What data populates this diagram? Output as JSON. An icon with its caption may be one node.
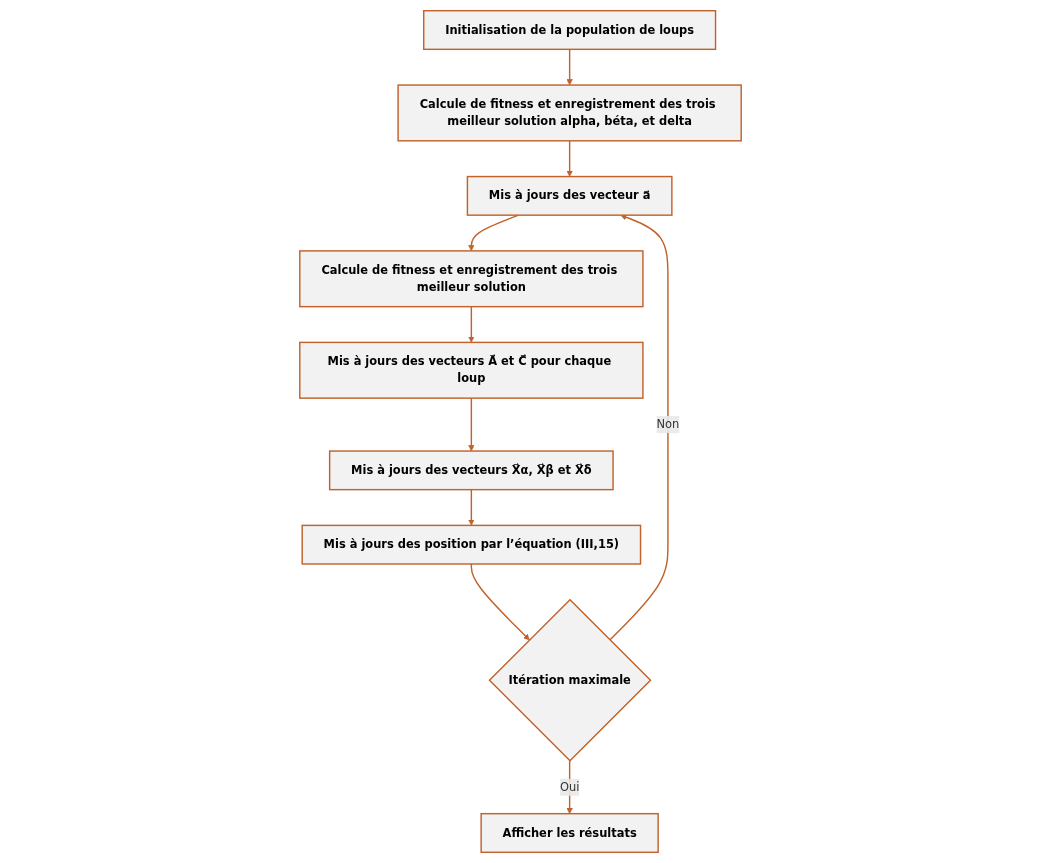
{
  "diagram": {
    "nodes": [
      {
        "text": [
          "Initialisation de la population de loups"
        ]
      },
      {
        "text": [
          "Calcule de fitness et enregistrement des trois meilleur solution alpha, béta, et delta"
        ]
      },
      {
        "text": [
          "Mis à jours des vecteur a⃗"
        ]
      },
      {
        "text": [
          "Calcule de fitness et enregistrement des trois meilleur solution"
        ]
      },
      {
        "text": [
          "Mis à jours des vecteurs A⃗ et C⃗ pour chaque loup"
        ]
      },
      {
        "text": [
          "Mis à jours des vecteurs X⃗α, X⃗β et X⃗δ"
        ]
      },
      {
        "text": [
          "Mis à jours des position par l’équation (III,15)"
        ]
      },
      {
        "text": [
          "Itération maximale"
        ]
      },
      {
        "text": [
          "Afficher les résultats"
        ]
      }
    ],
    "edges": [
      {
        "from": 0,
        "to": 1,
        "arrow": "to"
      },
      {
        "from": 1,
        "to": 2,
        "arrow": "to"
      },
      {
        "from": 2,
        "to": 3,
        "arrow": "to"
      },
      {
        "from": 3,
        "to": 4,
        "arrow": "to"
      },
      {
        "from": 4,
        "to": 5,
        "arrow": "to"
      },
      {
        "from": 5,
        "to": 6,
        "arrow": "to"
      },
      {
        "from": 6,
        "to": 7,
        "arrow": "to"
      },
      {
        "from": 7,
        "to": 2,
        "arrow": "to",
        "label": "Non"
      },
      {
        "from": 7,
        "to": 8,
        "arrow": "to",
        "label": "Oui"
      }
    ]
  }
}
